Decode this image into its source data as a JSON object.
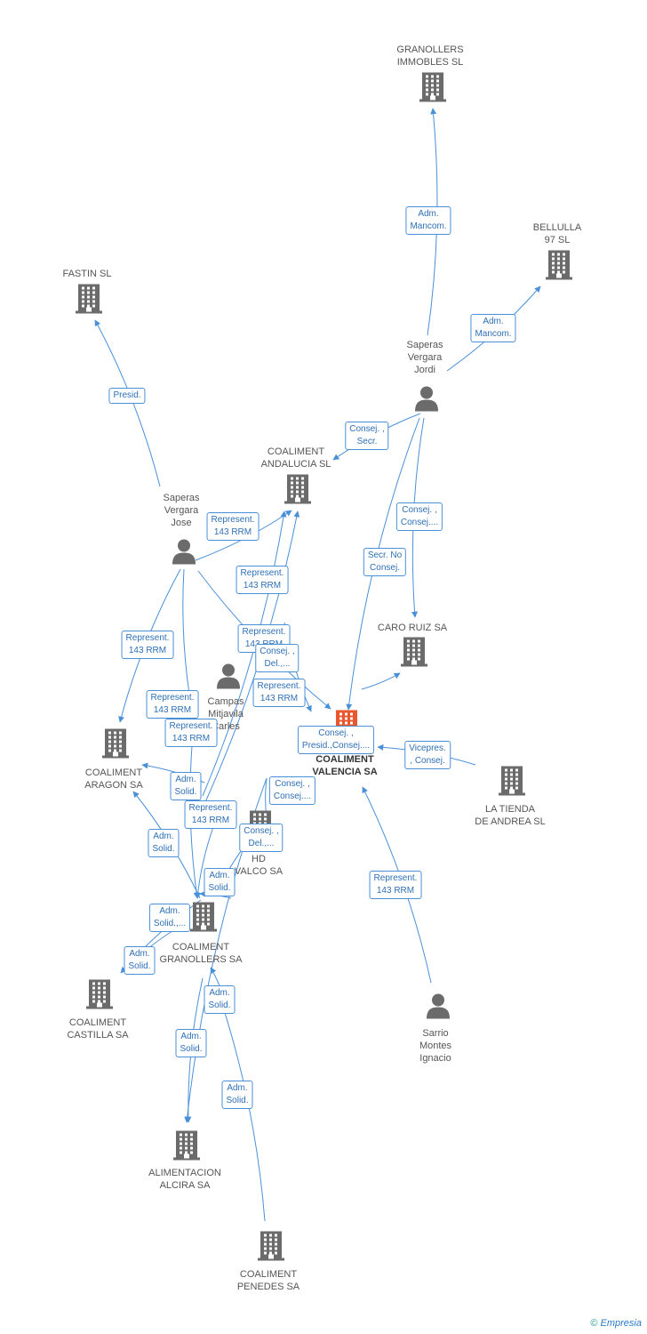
{
  "colors": {
    "edge": "#4a90d9",
    "node": "#6b6b6b",
    "main_node": "#e8572e",
    "label": "#555555"
  },
  "copyright": {
    "symbol": "©",
    "brand": "Empresia"
  },
  "nodes": [
    {
      "id": "granollers_immobles",
      "type": "company",
      "label": "GRANOLLERS\nIMMOBLES SL"
    },
    {
      "id": "bellulla",
      "type": "company",
      "label": "BELLULLA\n97 SL"
    },
    {
      "id": "fastin",
      "type": "company",
      "label": "FASTIN SL"
    },
    {
      "id": "saperas_jordi",
      "type": "person",
      "label": "Saperas\nVergara\nJordi"
    },
    {
      "id": "coaliment_andalucia",
      "type": "company",
      "label": "COALIMENT\nANDALUCIA SL"
    },
    {
      "id": "saperas_jose",
      "type": "person",
      "label": "Saperas\nVergara\nJose"
    },
    {
      "id": "caro_ruiz",
      "type": "company",
      "label": "CARO RUIZ SA"
    },
    {
      "id": "campas",
      "type": "person",
      "label": "Campas\nMitjavila\nCarles"
    },
    {
      "id": "coaliment_valencia",
      "type": "main",
      "label": "COALIMENT\nVALENCIA SA"
    },
    {
      "id": "coaliment_aragon",
      "type": "company",
      "label": "COALIMENT\nARAGON SA"
    },
    {
      "id": "la_tienda",
      "type": "company",
      "label": "LA TIENDA\nDE ANDREA  SL"
    },
    {
      "id": "hd_valco",
      "type": "company",
      "label": "HD\nVALCO SA"
    },
    {
      "id": "coaliment_granollers",
      "type": "company",
      "label": "COALIMENT\nGRANOLLERS SA"
    },
    {
      "id": "coaliment_castilla",
      "type": "company",
      "label": "COALIMENT\nCASTILLA SA"
    },
    {
      "id": "sarrio",
      "type": "person",
      "label": "Sarrio\nMontes\nIgnacio"
    },
    {
      "id": "alimentacion_alcira",
      "type": "company",
      "label": "ALIMENTACION\nALCIRA SA"
    },
    {
      "id": "coaliment_penedes",
      "type": "company",
      "label": "COALIMENT\nPENEDES SA"
    }
  ],
  "relations": [
    {
      "id": "r1",
      "label": "Adm.\nMancom."
    },
    {
      "id": "r2",
      "label": "Adm.\nMancom."
    },
    {
      "id": "r3",
      "label": "Presid."
    },
    {
      "id": "r4",
      "label": "Consej. ,\nSecr."
    },
    {
      "id": "r5",
      "label": "Represent.\n143 RRM"
    },
    {
      "id": "r6",
      "label": "Consej. ,\nConsej...."
    },
    {
      "id": "r7",
      "label": "Represent.\n143 RRM"
    },
    {
      "id": "r8",
      "label": "Secr.  No\nConsej."
    },
    {
      "id": "r9",
      "label": "Represent.\n143 RRM"
    },
    {
      "id": "r10",
      "label": "Represent.\n143 RRM"
    },
    {
      "id": "r11",
      "label": "Consej. ,\nDel.,..."
    },
    {
      "id": "r12",
      "label": "Represent.\n143 RRM"
    },
    {
      "id": "r13",
      "label": "Represent.\n143 RRM"
    },
    {
      "id": "r14",
      "label": "Represent.\n143 RRM"
    },
    {
      "id": "r15",
      "label": "Consej. ,\nPresid.,Consej...."
    },
    {
      "id": "r16",
      "label": "Vicepres.\n, Consej."
    },
    {
      "id": "r17",
      "label": "Adm.\nSolid."
    },
    {
      "id": "r18",
      "label": "Consej. ,\nConsej...."
    },
    {
      "id": "r19",
      "label": "Represent.\n143 RRM"
    },
    {
      "id": "r20",
      "label": "Adm.\nSolid."
    },
    {
      "id": "r21",
      "label": "Consej. ,\nDel.,..."
    },
    {
      "id": "r22",
      "label": "Adm.\nSolid."
    },
    {
      "id": "r23",
      "label": "Represent.\n143 RRM"
    },
    {
      "id": "r24",
      "label": "Adm.\nSolid.,..."
    },
    {
      "id": "r25",
      "label": "Adm.\nSolid."
    },
    {
      "id": "r26",
      "label": "Adm.\nSolid."
    },
    {
      "id": "r27",
      "label": "Adm.\nSolid."
    },
    {
      "id": "r28",
      "label": "Adm.\nSolid."
    }
  ]
}
